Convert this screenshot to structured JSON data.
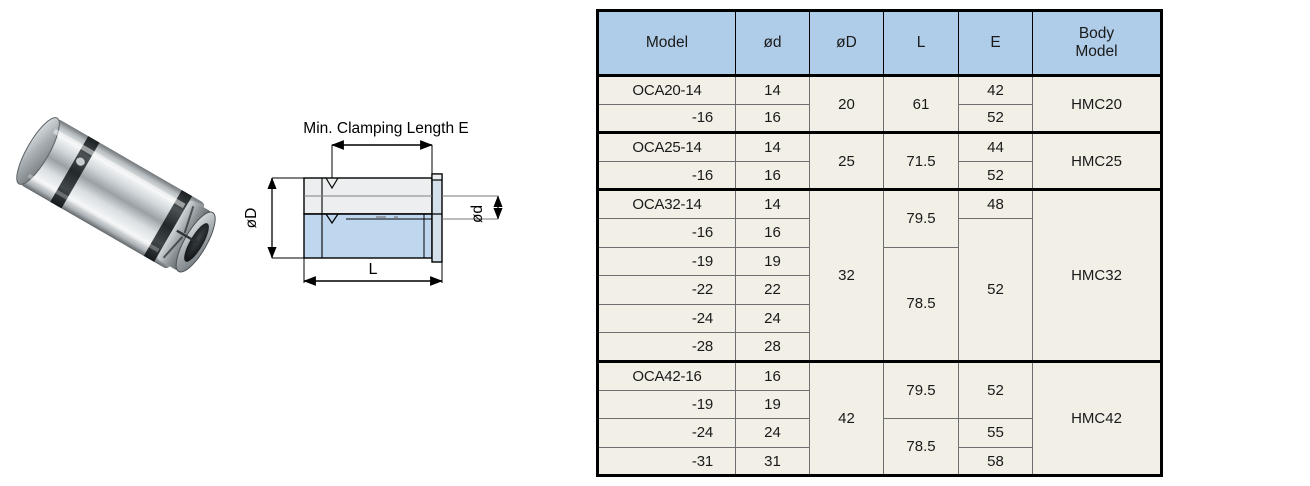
{
  "drawing": {
    "label_e": "Min. Clamping Length E",
    "label_D": "øD",
    "label_d": "ød",
    "label_L": "L"
  },
  "photo": {
    "alt": "steel collet sleeve"
  },
  "table": {
    "headers": {
      "model": "Model",
      "d": "ød",
      "D": "øD",
      "L": "L",
      "E": "E",
      "body_line1": "Body",
      "body_line2": "Model"
    },
    "groups": [
      {
        "body_model": "HMC20",
        "D": "20",
        "rows": [
          {
            "model": "OCA20-14",
            "first": true,
            "d": "14"
          },
          {
            "model": "-16",
            "first": false,
            "d": "16"
          }
        ],
        "L_spans": [
          {
            "value": "61",
            "rows": 2
          }
        ],
        "E_spans": [
          {
            "value": "42",
            "rows": 1
          },
          {
            "value": "52",
            "rows": 1
          }
        ]
      },
      {
        "body_model": "HMC25",
        "D": "25",
        "rows": [
          {
            "model": "OCA25-14",
            "first": true,
            "d": "14"
          },
          {
            "model": "-16",
            "first": false,
            "d": "16"
          }
        ],
        "L_spans": [
          {
            "value": "71.5",
            "rows": 2
          }
        ],
        "E_spans": [
          {
            "value": "44",
            "rows": 1
          },
          {
            "value": "52",
            "rows": 1
          }
        ]
      },
      {
        "body_model": "HMC32",
        "D": "32",
        "rows": [
          {
            "model": "OCA32-14",
            "first": true,
            "d": "14"
          },
          {
            "model": "-16",
            "first": false,
            "d": "16"
          },
          {
            "model": "-19",
            "first": false,
            "d": "19"
          },
          {
            "model": "-22",
            "first": false,
            "d": "22"
          },
          {
            "model": "-24",
            "first": false,
            "d": "24"
          },
          {
            "model": "-28",
            "first": false,
            "d": "28"
          }
        ],
        "L_spans": [
          {
            "value": "79.5",
            "rows": 2
          },
          {
            "value": "78.5",
            "rows": 4
          }
        ],
        "E_spans": [
          {
            "value": "48",
            "rows": 1
          },
          {
            "value": "52",
            "rows": 5
          }
        ]
      },
      {
        "body_model": "HMC42",
        "D": "42",
        "rows": [
          {
            "model": "OCA42-16",
            "first": true,
            "d": "16"
          },
          {
            "model": "-19",
            "first": false,
            "d": "19"
          },
          {
            "model": "-24",
            "first": false,
            "d": "24"
          },
          {
            "model": "-31",
            "first": false,
            "d": "31"
          }
        ],
        "L_spans": [
          {
            "value": "79.5",
            "rows": 2
          },
          {
            "value": "78.5",
            "rows": 2
          }
        ],
        "E_spans": [
          {
            "value": "52",
            "rows": 2
          },
          {
            "value": "55",
            "rows": 1
          },
          {
            "value": "58",
            "rows": 1
          }
        ]
      }
    ]
  },
  "colors": {
    "header_blue": "#AFCCE9",
    "model_blue": "#D6E8F7",
    "cell_cream": "#F2EFE6",
    "border_dark": "#000000",
    "drawing_fill": "#BFD7EE"
  }
}
